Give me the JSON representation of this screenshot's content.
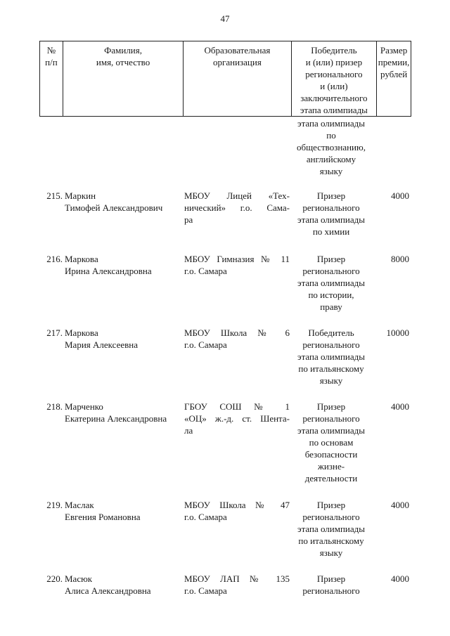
{
  "page_number": "47",
  "header": {
    "col_num": [
      "№",
      "п/п"
    ],
    "col_name": [
      "Фамилия,",
      "имя, отчество"
    ],
    "col_org": [
      "Образовательная",
      "организация"
    ],
    "col_status": [
      "Победитель",
      "и (или) призер",
      "регионального",
      "и (или)",
      "заключительного",
      "этапа олимпиады"
    ],
    "col_prize": [
      "Размер",
      "премии,",
      "рублей"
    ]
  },
  "continuation": [
    "этапа олимпиады",
    "по",
    "обществознанию,",
    "английскому",
    "языку"
  ],
  "rows": [
    {
      "num": "215.",
      "name": [
        "Маркин",
        "Тимофей Александрович"
      ],
      "org": [
        "МБОУ Лицей «Тех-",
        "нический» г.о. Сама-",
        "ра"
      ],
      "status": [
        "Призер",
        "регионального",
        "этапа олимпиады",
        "по химии"
      ],
      "prize": "4000"
    },
    {
      "num": "216.",
      "name": [
        "Маркова",
        "Ирина Александровна"
      ],
      "org": [
        "МБОУ Гимназия № 11",
        "г.о. Самара"
      ],
      "status": [
        "Призер",
        "регионального",
        "этапа олимпиады",
        "по истории,",
        "праву"
      ],
      "prize": "8000"
    },
    {
      "num": "217.",
      "name": [
        "Маркова",
        "Мария Алексеевна"
      ],
      "org": [
        "МБОУ Школа № 6",
        "г.о. Самара"
      ],
      "status": [
        "Победитель",
        "регионального",
        "этапа олимпиады",
        "по итальянскому",
        "языку"
      ],
      "prize": "10000"
    },
    {
      "num": "218.",
      "name": [
        "Марченко",
        "Екатерина Александровна"
      ],
      "org": [
        "ГБОУ СОШ № 1",
        "«ОЦ» ж.-д. ст. Шента-",
        "ла"
      ],
      "status": [
        "Призер",
        "регионального",
        "этапа олимпиады",
        "по основам",
        "безопасности",
        "жизне-",
        "деятельности"
      ],
      "prize": "4000"
    },
    {
      "num": "219.",
      "name": [
        "Маслак",
        "Евгения Романовна"
      ],
      "org": [
        "МБОУ Школа № 47",
        "г.о. Самара"
      ],
      "status": [
        "Призер",
        "регионального",
        "этапа олимпиады",
        "по итальянскому",
        "языку"
      ],
      "prize": "4000"
    },
    {
      "num": "220.",
      "name": [
        "Масюк",
        "Алиса Александровна"
      ],
      "org": [
        "МБОУ ЛАП № 135",
        "г.о. Самара"
      ],
      "status": [
        "Призер",
        "регионального"
      ],
      "prize": "4000"
    }
  ]
}
